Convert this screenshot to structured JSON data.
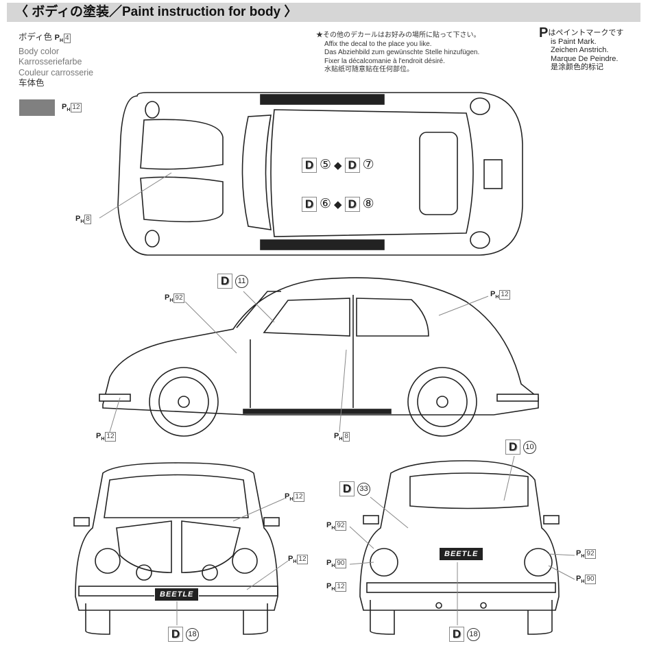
{
  "header": {
    "title": "〈 ボディの塗装／Paint instruction for body 〉"
  },
  "body_color": {
    "lines": [
      "ボディ色",
      "Body color",
      "Karrosseriefarbe",
      "Couleur carrosserie",
      "车体色"
    ],
    "paint_code": "4",
    "swatch_code": "12",
    "swatch_color": "#808080"
  },
  "decal_note": {
    "lines": [
      "★その他のデカールはお好みの場所に貼って下さい。",
      "Affix the decal to the place you like.",
      "Das Abziehbild zum gewünschte Stelle hinzufügen.",
      "Fixer la décalcomanie à l'endroit désiré.",
      "水贴纸可随意贴在任何部位。"
    ]
  },
  "paint_mark": {
    "symbol": "P",
    "lines": [
      "はペイントマークです",
      "is Paint Mark.",
      "Zeichen Anstrich.",
      "Marque De Peindre.",
      "是涂颜色的标记"
    ]
  },
  "paint_prefix": "P",
  "paint_sub": "H",
  "decal_prefix": "D",
  "labels": {
    "top_ph8": "8",
    "top_d5": "⑤",
    "top_d7": "⑦",
    "top_d6": "⑥",
    "top_d8": "⑧",
    "side_d11": "11",
    "side_ph92": "92",
    "side_ph12_rear": "12",
    "side_ph12_front": "12",
    "side_ph8": "8",
    "front_ph12_a": "12",
    "front_ph12_b": "12",
    "front_d18": "18",
    "rear_d10": "10",
    "rear_d33": "33",
    "rear_ph92_l": "92",
    "rear_ph90_l": "90",
    "rear_ph12": "12",
    "rear_ph92_r": "92",
    "rear_ph90_r": "90",
    "rear_d18": "18"
  },
  "plates": {
    "front": "BEETLE",
    "rear": "BEETLE"
  }
}
